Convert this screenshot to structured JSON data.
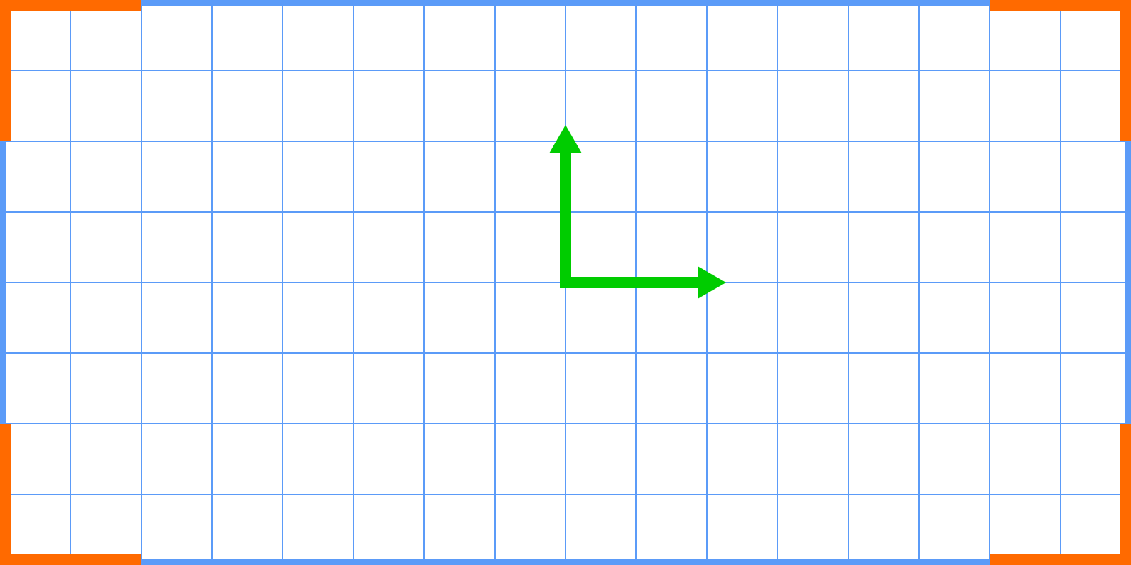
{
  "canvas": {
    "background_color": "#ffffff"
  },
  "grid": {
    "color": "#5b9bf8",
    "columns": 16,
    "rows": 8
  },
  "border": {
    "color": "#5b9bf8"
  },
  "corner_markers": {
    "color": "#ff6a00",
    "items": [
      "top-left",
      "top-right",
      "bottom-left",
      "bottom-right"
    ]
  },
  "axes_gizmo": {
    "color": "#00cc00",
    "arrows": [
      {
        "name": "vertical-axis-arrow-icon",
        "direction": "up"
      },
      {
        "name": "horizontal-axis-arrow-icon",
        "direction": "right"
      }
    ]
  }
}
